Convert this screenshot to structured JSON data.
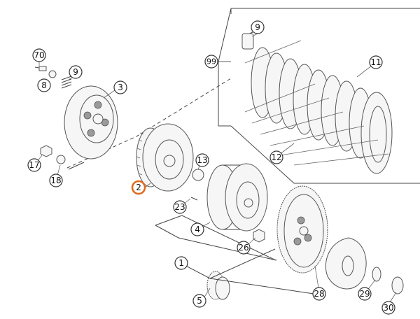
{
  "callouts": [
    {
      "id": "c9a",
      "label": "9"
    },
    {
      "id": "c99",
      "label": "99"
    },
    {
      "id": "c11",
      "label": "11"
    },
    {
      "id": "c12",
      "label": "12"
    },
    {
      "id": "c70",
      "label": "70"
    },
    {
      "id": "c8",
      "label": "8"
    },
    {
      "id": "c9b",
      "label": "9"
    },
    {
      "id": "c3",
      "label": "3"
    },
    {
      "id": "c17",
      "label": "17"
    },
    {
      "id": "c18",
      "label": "18"
    },
    {
      "id": "c2",
      "label": "2",
      "highlight": true
    },
    {
      "id": "c13",
      "label": "13"
    },
    {
      "id": "c23",
      "label": "23"
    },
    {
      "id": "c4",
      "label": "4"
    },
    {
      "id": "c26",
      "label": "26"
    },
    {
      "id": "c1",
      "label": "1"
    },
    {
      "id": "c28",
      "label": "28"
    },
    {
      "id": "c29",
      "label": "29"
    },
    {
      "id": "c5",
      "label": "5"
    },
    {
      "id": "c30",
      "label": "30"
    }
  ],
  "colors": {
    "highlight": "#e06a1a",
    "line": "#444444"
  }
}
